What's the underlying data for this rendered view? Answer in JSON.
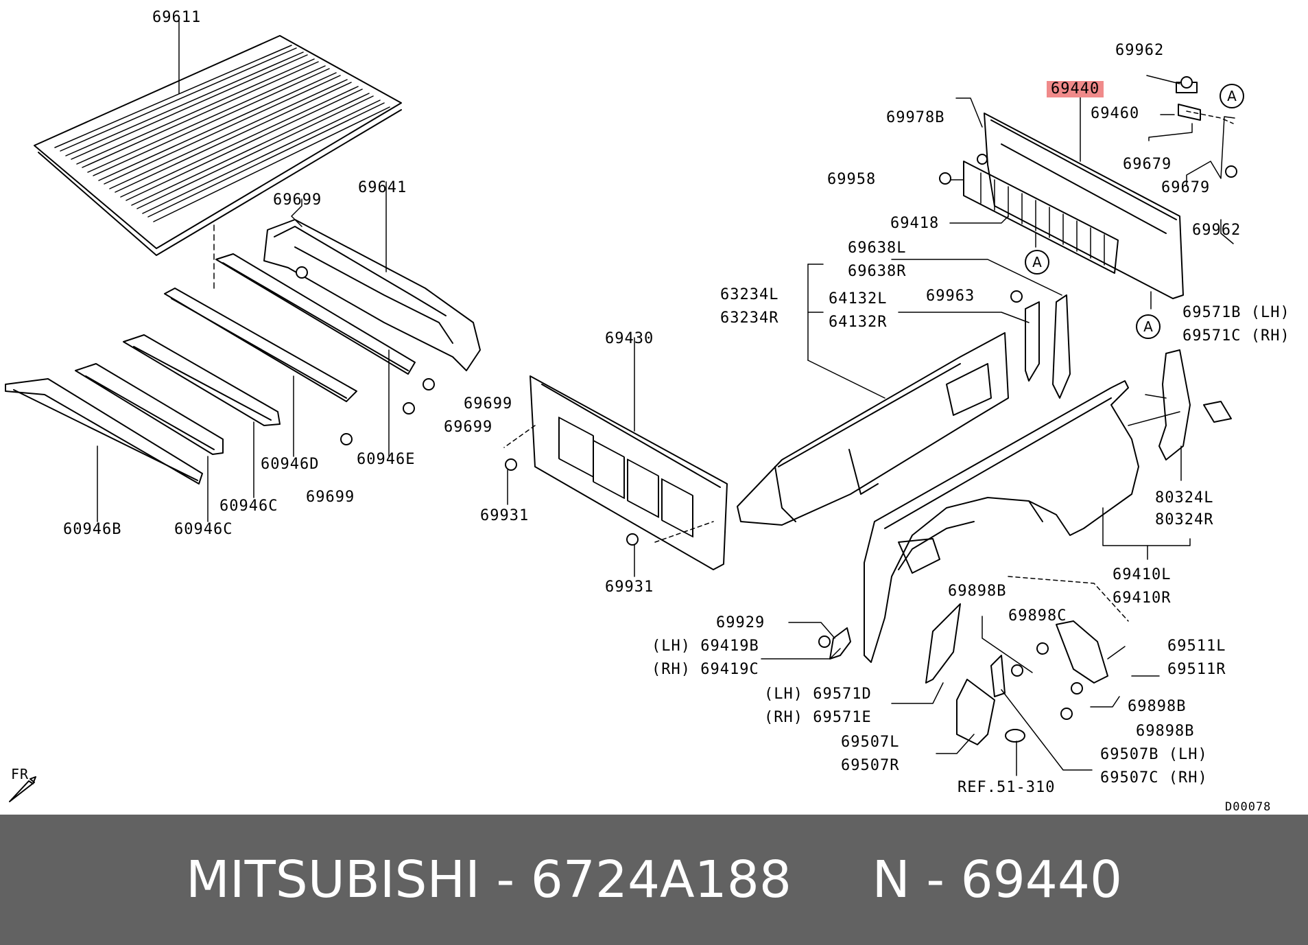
{
  "diagram_code": "D00078",
  "front_label": "FR",
  "highlight_color": "#f08a8a",
  "banner": {
    "text": "MITSUBISHI - 6724A188     N - 69440",
    "background": "#626262",
    "color": "#ffffff"
  },
  "labels": {
    "p69611": "69611",
    "p69699_a": "69699",
    "p69641": "69641",
    "p69699_b": "69699",
    "p69699_c": "69699",
    "p69699_d": "69699",
    "p60946d": "60946D",
    "p60946e": "60946E",
    "p60946c_a": "60946C",
    "p60946b": "60946B",
    "p60946c_b": "60946C",
    "p69430": "69430",
    "p69931_a": "69931",
    "p69931_b": "69931",
    "p69962_a": "69962",
    "p69440": "69440",
    "p69460": "69460",
    "p69978b": "69978B",
    "p69679_a": "69679",
    "p69679_b": "69679",
    "p69958": "69958",
    "p69962_b": "69962",
    "p69418": "69418",
    "p69638l": "69638L",
    "p69638r": "69638R",
    "p63234l": "63234L",
    "p63234r": "63234R",
    "p64132l": "64132L",
    "p64132r": "64132R",
    "p69963": "69963",
    "p69571b": "69571B (LH)",
    "p69571c": "69571C (RH)",
    "p80324l": "80324L",
    "p80324r": "80324R",
    "p69410l": "69410L",
    "p69410r": "69410R",
    "p69898b_a": "69898B",
    "p69898c": "69898C",
    "p69929": "69929",
    "p69419b": "(LH) 69419B",
    "p69419c": "(RH) 69419C",
    "p69511l": "69511L",
    "p69511r": "69511R",
    "p69898b_b": "69898B",
    "p69898b_c": "69898B",
    "p69571d": "(LH) 69571D",
    "p69571e": "(RH) 69571E",
    "p69507l": "69507L",
    "p69507r": "69507R",
    "p69507b": "69507B (LH)",
    "p69507c": "69507C (RH)",
    "ref": "REF.51-310"
  },
  "callouts": {
    "a1": "A",
    "a2": "A",
    "a3": "A"
  }
}
